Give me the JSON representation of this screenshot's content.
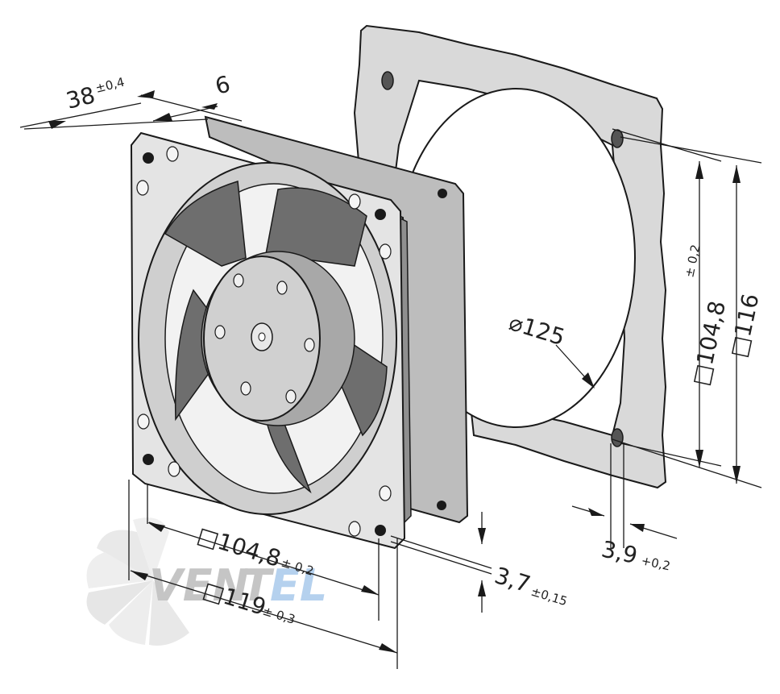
{
  "colors": {
    "line": "#1a1a1a",
    "panel": "#d9d9d9",
    "frame_light": "#e4e4e4",
    "frame_mid": "#bdbdbd",
    "frame_dark": "#8f8f8f",
    "blade": "#6e6e6e",
    "hub": "#d0d0d0",
    "hole": "#555555",
    "watermark_gray": "#b9b9b9",
    "watermark_blue": "#a9c9ec"
  },
  "dimensions": {
    "depth": {
      "main": "38",
      "tol": "±0,4"
    },
    "flange": {
      "main": "6"
    },
    "hole_pitch": {
      "main": "□104,8",
      "tol": "± 0,2"
    },
    "frame_size": {
      "main": "□119",
      "tol": "± 0,3"
    },
    "hole_dia": {
      "main": "3,7",
      "tol": "±0,15"
    },
    "cutout_dia": {
      "main": "⌀125"
    },
    "panel_pitch": {
      "main": "□104,8",
      "tol": "± 0,2"
    },
    "panel_size": {
      "main": "□116"
    },
    "panel_hole": {
      "main": "3,9",
      "tol": "+0,2"
    }
  },
  "watermark": {
    "part1": "VEN",
    "part2": "T",
    "part3": "EL"
  }
}
